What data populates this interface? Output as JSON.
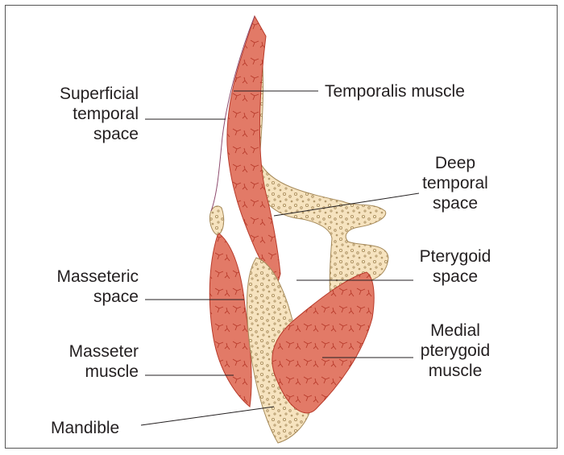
{
  "colors": {
    "muscle_fill": "#e27a67",
    "muscle_stroke": "#b83a2a",
    "bone_fill": "#f6e3bf",
    "bone_stroke": "#a68a5a",
    "leader": "#231f20",
    "nerve": "#8e4b6e"
  },
  "labels": {
    "superficial_temporal_space": "Superficial\ntemporal\nspace",
    "temporalis_muscle": "Temporalis muscle",
    "deep_temporal_space": "Deep\ntemporal\nspace",
    "pterygoid_space": "Pterygoid\nspace",
    "masseteric_space": "Masseteric\nspace",
    "masseter_muscle": "Masseter\nmuscle",
    "medial_pterygoid_muscle": "Medial\npterygoid\nmuscle",
    "mandible": "Mandible"
  }
}
